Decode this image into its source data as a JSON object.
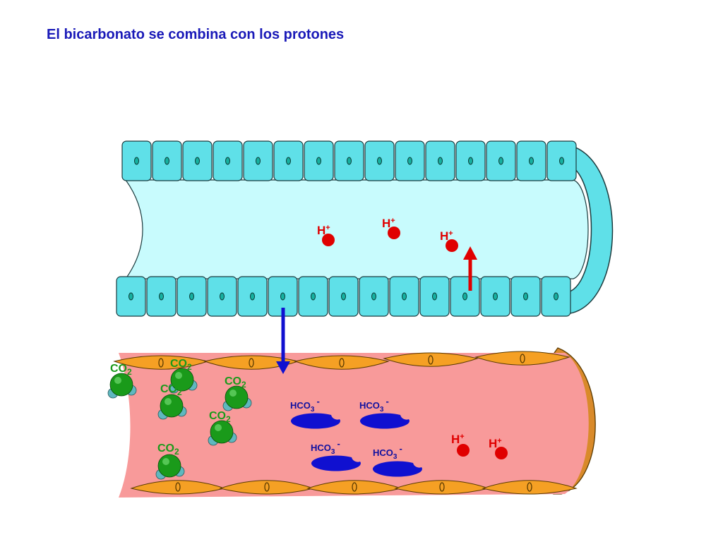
{
  "title": "El bicarbonato se combina con los protones",
  "labels": {
    "h_plus": "H",
    "plus": "+",
    "co": "CO",
    "two": "2",
    "hco3": "HCO",
    "three": "3",
    "minus": "-"
  },
  "colors": {
    "epithelium_cell": "#5fe0e8",
    "lumen": "#c8fbfd",
    "capillary_lumen": "#f89a9a",
    "endothelium": "#f5a024",
    "proton": "#e00000",
    "co2_molecule": "#1a9a1a",
    "bicarbonate": "#1010d0",
    "arrow_down": "#1010d0",
    "arrow_up": "#e00000"
  }
}
